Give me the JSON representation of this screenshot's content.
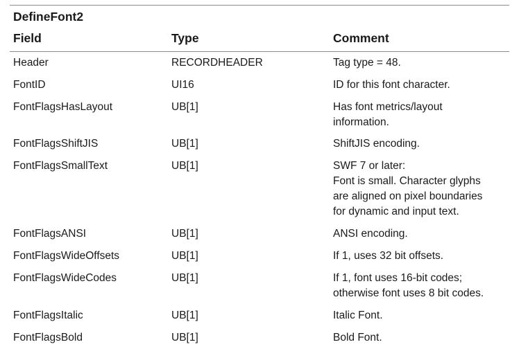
{
  "table": {
    "title": "DefineFont2",
    "headers": {
      "field": "Field",
      "type": "Type",
      "comment": "Comment"
    },
    "rows": [
      {
        "field": "Header",
        "type": "RECORDHEADER",
        "comment": "Tag type = 48."
      },
      {
        "field": "FontID",
        "type": "UI16",
        "comment": "ID for this font character."
      },
      {
        "field": "FontFlagsHasLayout",
        "type": "UB[1]",
        "comment": "Has font metrics/layout\ninformation."
      },
      {
        "field": "FontFlagsShiftJIS",
        "type": "UB[1]",
        "comment": "ShiftJIS encoding."
      },
      {
        "field": "FontFlagsSmallText",
        "type": "UB[1]",
        "comment": "SWF 7 or later:\nFont is small. Character glyphs\nare aligned on pixel boundaries\nfor dynamic and input text."
      },
      {
        "field": "FontFlagsANSI",
        "type": "UB[1]",
        "comment": "ANSI encoding."
      },
      {
        "field": "FontFlagsWideOffsets",
        "type": "UB[1]",
        "comment": "If 1, uses 32 bit offsets."
      },
      {
        "field": "FontFlagsWideCodes",
        "type": "UB[1]",
        "comment": "If 1, font uses 16-bit codes;\notherwise font uses 8 bit codes."
      },
      {
        "field": "FontFlagsItalic",
        "type": "UB[1]",
        "comment": "Italic Font."
      },
      {
        "field": "FontFlagsBold",
        "type": "UB[1]",
        "comment": "Bold Font."
      }
    ]
  }
}
